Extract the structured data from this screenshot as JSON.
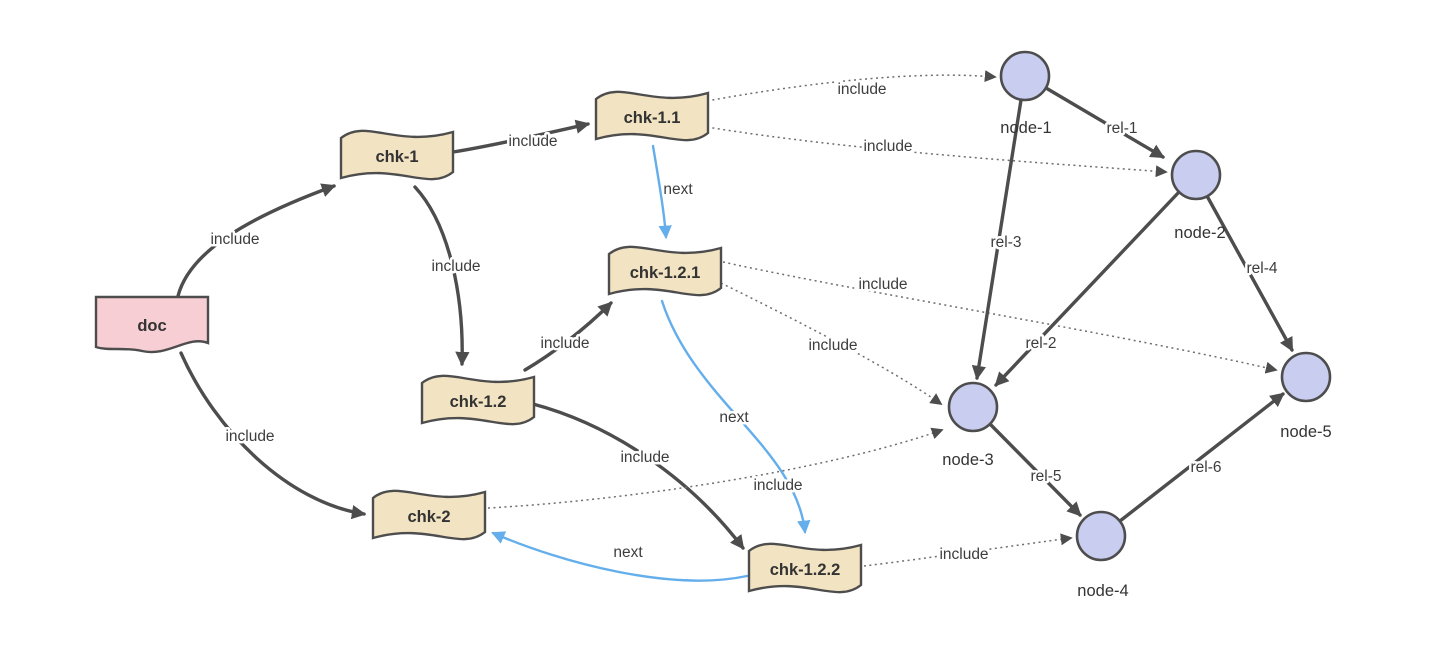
{
  "diagram_type": "knowledge-graph of document, chunks and entity nodes",
  "colors": {
    "background": "#ffffff",
    "doc_fill": "#f7ced3",
    "chunk_fill": "#f2e3c2",
    "entity_fill": "#c9cdf0",
    "outline_and_solid_edges": "#4d4d4d",
    "next_edge_blue": "#64aeec",
    "dotted_edge_gray": "#6e6e6e",
    "label_text": "#333333"
  },
  "nodes": {
    "doc": "doc",
    "chk_1": "chk-1",
    "chk_1_1": "chk-1.1",
    "chk_1_2": "chk-1.2",
    "chk_1_2_1": "chk-1.2.1",
    "chk_1_2_2": "chk-1.2.2",
    "chk_2": "chk-2",
    "node_1": "node-1",
    "node_2": "node-2",
    "node_3": "node-3",
    "node_4": "node-4",
    "node_5": "node-5"
  },
  "edges": [
    {
      "from": "doc",
      "to": "chk-1",
      "label": "include",
      "style": "solid"
    },
    {
      "from": "doc",
      "to": "chk-2",
      "label": "include",
      "style": "solid"
    },
    {
      "from": "chk-1",
      "to": "chk-1.1",
      "label": "include",
      "style": "solid"
    },
    {
      "from": "chk-1",
      "to": "chk-1.2",
      "label": "include",
      "style": "solid"
    },
    {
      "from": "chk-1.2",
      "to": "chk-1.2.1",
      "label": "include",
      "style": "solid"
    },
    {
      "from": "chk-1.2",
      "to": "chk-1.2.2",
      "label": "include",
      "style": "solid"
    },
    {
      "from": "chk-1.1",
      "to": "chk-1.2.1",
      "label": "next",
      "style": "blue"
    },
    {
      "from": "chk-1.2.1",
      "to": "chk-1.2.2",
      "label": "next",
      "style": "blue"
    },
    {
      "from": "chk-1.2.2",
      "to": "chk-2",
      "label": "next",
      "style": "blue"
    },
    {
      "from": "chk-1.1",
      "to": "node-1",
      "label": "include",
      "style": "dotted"
    },
    {
      "from": "chk-1.1",
      "to": "node-2",
      "label": "include",
      "style": "dotted"
    },
    {
      "from": "chk-1.2.1",
      "to": "node-5",
      "label": "include",
      "style": "dotted"
    },
    {
      "from": "chk-1.2.1",
      "to": "node-3",
      "label": "include",
      "style": "dotted"
    },
    {
      "from": "chk-2",
      "to": "node-3",
      "label": "include",
      "style": "dotted"
    },
    {
      "from": "chk-1.2.2",
      "to": "node-4",
      "label": "include",
      "style": "dotted"
    },
    {
      "from": "node-1",
      "to": "node-2",
      "label": "rel-1",
      "style": "solid"
    },
    {
      "from": "node-2",
      "to": "node-3",
      "label": "rel-2",
      "style": "solid"
    },
    {
      "from": "node-1",
      "to": "node-3",
      "label": "rel-3",
      "style": "solid"
    },
    {
      "from": "node-2",
      "to": "node-5",
      "label": "rel-4",
      "style": "solid"
    },
    {
      "from": "node-3",
      "to": "node-4",
      "label": "rel-5",
      "style": "solid"
    },
    {
      "from": "node-4",
      "to": "node-5",
      "label": "rel-6",
      "style": "solid"
    }
  ]
}
